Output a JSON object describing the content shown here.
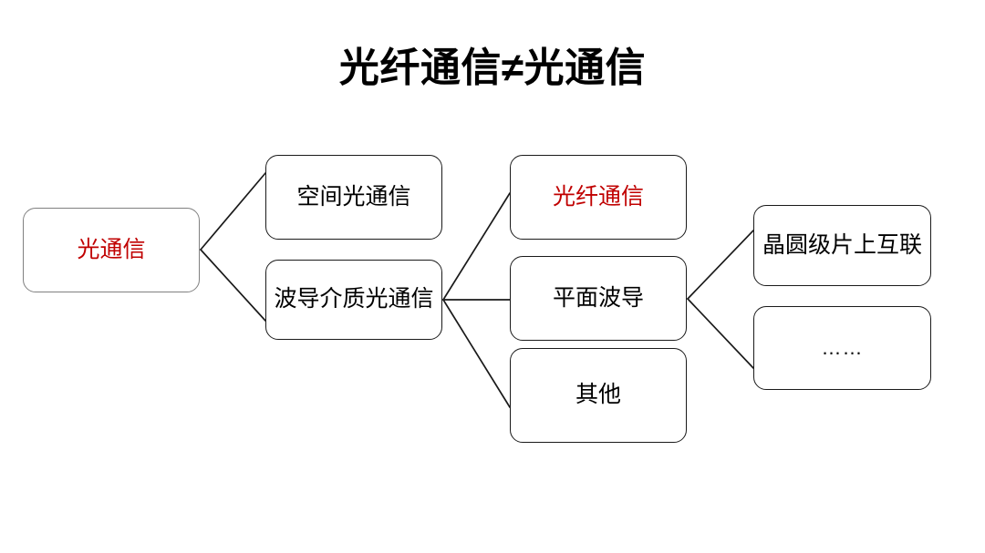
{
  "slide": {
    "title": "光纤通信≠光通信",
    "background_color": "#ffffff"
  },
  "colors": {
    "highlight_text": "#c00000",
    "default_text": "#000000",
    "node_border": "#1a1a1a",
    "root_node_border": "#808080",
    "edge_line": "#1a1a1a"
  },
  "diagram": {
    "type": "tree",
    "orientation": "left-to-right",
    "nodes": [
      {
        "id": "optical-comm",
        "label": "光通信",
        "column": 1,
        "text_color": "#c00000",
        "border_color": "#808080"
      },
      {
        "id": "space-optical",
        "label": "空间光通信",
        "column": 2,
        "text_color": "#000000",
        "border_color": "#1a1a1a"
      },
      {
        "id": "waveguide",
        "label": "波导介质光通信",
        "column": 2,
        "text_color": "#000000",
        "border_color": "#1a1a1a"
      },
      {
        "id": "fiber-comm",
        "label": "光纤通信",
        "column": 3,
        "text_color": "#c00000",
        "border_color": "#1a1a1a"
      },
      {
        "id": "planar-waveguide",
        "label": "平面波导",
        "column": 3,
        "text_color": "#000000",
        "border_color": "#1a1a1a"
      },
      {
        "id": "other",
        "label": "其他",
        "column": 3,
        "text_color": "#000000",
        "border_color": "#1a1a1a"
      },
      {
        "id": "wafer-interconnect",
        "label": "晶圆级片上互联",
        "column": 4,
        "text_color": "#000000",
        "border_color": "#1a1a1a"
      },
      {
        "id": "ellipsis",
        "label": "……",
        "column": 4,
        "text_color": "#000000",
        "border_color": "#1a1a1a"
      }
    ],
    "edges": [
      {
        "from": "optical-comm",
        "to": "space-optical"
      },
      {
        "from": "optical-comm",
        "to": "waveguide"
      },
      {
        "from": "waveguide",
        "to": "fiber-comm"
      },
      {
        "from": "waveguide",
        "to": "planar-waveguide"
      },
      {
        "from": "waveguide",
        "to": "other"
      },
      {
        "from": "planar-waveguide",
        "to": "wafer-interconnect"
      },
      {
        "from": "planar-waveguide",
        "to": "ellipsis"
      }
    ]
  }
}
